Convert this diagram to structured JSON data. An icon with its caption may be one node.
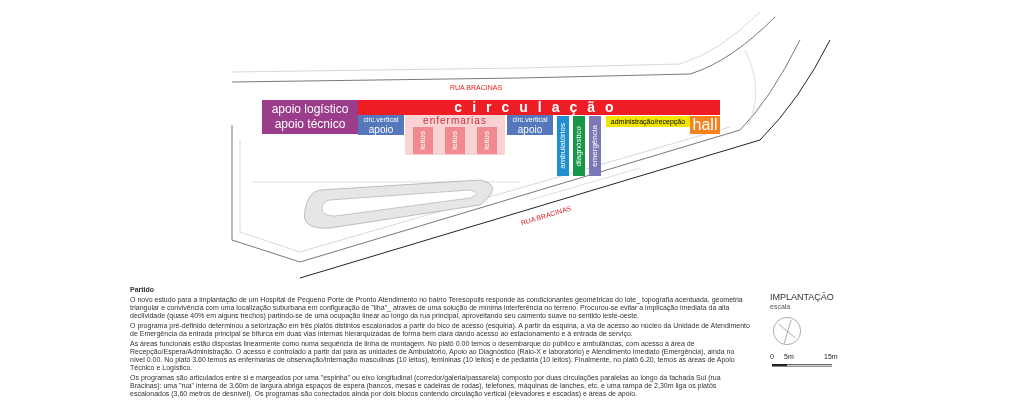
{
  "diagram": {
    "nodes": [
      {
        "text": [
          "apoio logístico",
          "apoio técnico"
        ]
      },
      {
        "text": [
          "circulação"
        ]
      },
      {
        "text": [
          "circ.vertical",
          "apoio"
        ]
      },
      {
        "text": [
          "enfermarias"
        ]
      },
      {
        "text": [
          "leitos"
        ],
        "in": 3
      },
      {
        "text": [
          "leitos"
        ],
        "in": 3
      },
      {
        "text": [
          "leitos"
        ],
        "in": 3
      },
      {
        "text": [
          "circ.vertical",
          "apoio"
        ]
      },
      {
        "text": [
          "ambulatórios"
        ]
      },
      {
        "text": [
          "diagnóstico"
        ]
      },
      {
        "text": [
          "emergência"
        ]
      },
      {
        "text": [
          "administração/recepção"
        ]
      },
      {
        "text": [
          "hall"
        ]
      }
    ],
    "labels": [
      "RUA BRACINAS",
      "RUA BRACINAS",
      "IMPLANTAÇÃO",
      "escala",
      "0",
      "5m",
      "15m",
      "Partido",
      "O novo estudo para a implantação de um Hospital de Pequeno Porte de Pronto Atendimento no bairro Teresópolis responde às condicionantes geométricas do lote_ topografia acentuada, geometria triangular e convivência com uma localização suburbana em configuração de \"ilha\"_ através de uma solução de mínima interferência no terreno. Procurou-se evitar a implicação imediata da alta declividade (quase 40% em alguns trechos) partindo-se de uma ocupação linear ao longo da rua principal, aproveitando seu caimento suave no sentido leste-oeste.",
      "O programa pré-definido determinou a setorização em três platôs distintos escalonados a partir do bico de acesso (esquina). A partir da esquina, a via de acesso ao núcleo da Unidade de Atendimento de Emergência da entrada principal se bifurca em duas vias internas hierarquizadas de forma bem clara dando acesso ao estacionamento e à entrada de serviço.",
      "As áreas funcionais estão dispostas linearmente como numa sequência de linha de montagem. No platô 0.00 temos o desembarque do público e ambulâncias, com acesso à área de Recepção/Espera/Administração. O acesso é controlado a partir daí para as unidades de Ambulatório, Apoio ao Diagnóstico (Raio-X e laboratório) e Atendimento Imediato (Emergência), ainda no nível 0.00. No platô 3.60 temos as enfermarias de observação/internação masculinas (10 leitos), femininas (10 leitos) e de pediatria (10 leitos). Finalmente, no platô 6.20, temos as áreas de Apoio Técnico e Logístico.",
      "Os programas são articulados entre si e margeados por uma \"espinha\" ou eixo longitudinal (corredor/galeria/passarela) composto por duas circulações paralelas ao longo da fachada Sul (rua Bracinas): uma \"rua\" interna de 3,60m de largura abriga espaços de espera (bancos, mesas e cadeiras de rodas), telefones, máquinas de lanches, etc. e uma rampa de 2,30m liga os platôs escalonados (3,60 metros de desnível). Os programas são conectados ainda por dois blocos contendo circulação vertical (elevadores e escadas) e áreas de apoio."
    ]
  }
}
